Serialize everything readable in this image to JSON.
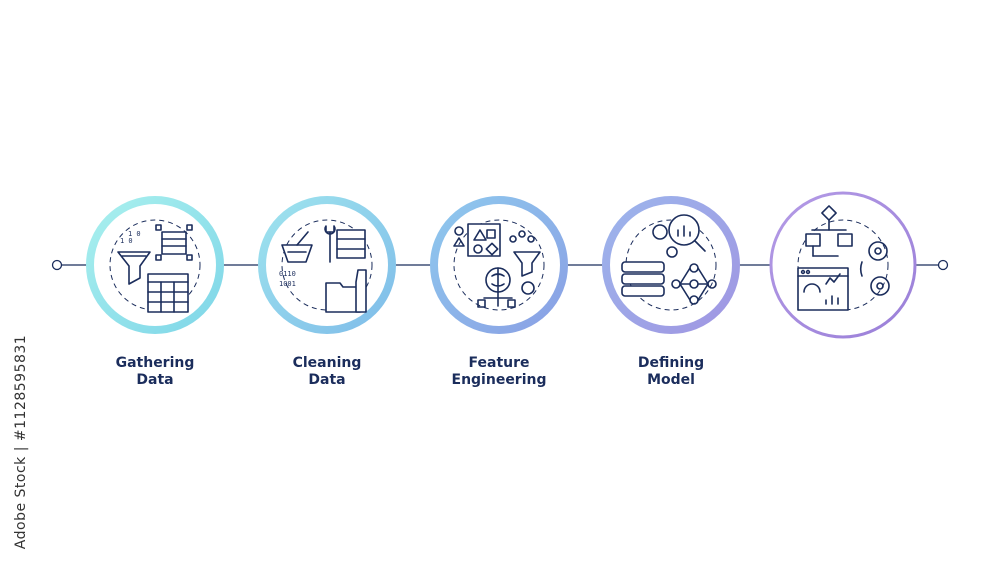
{
  "colors": {
    "ring_1": "#8fe3ea",
    "ring_2": "#8ad0ee",
    "ring_3": "#8aaee8",
    "ring_4": "#9aa6e6",
    "ring_5": "#a98fe0",
    "icon_stroke": "#1b2d5c",
    "line": "#1b2d5c"
  },
  "steps": [
    {
      "line1": "Gathering",
      "line2": "Data",
      "icon": "funnel-database-table-icon"
    },
    {
      "line1": "Cleaning",
      "line2": "Data",
      "icon": "brush-wrench-server-folder-spray-icon"
    },
    {
      "line1": "Feature",
      "line2": "Engineering",
      "icon": "shapes-brain-funnel-gear-icon"
    },
    {
      "line1": "Defining",
      "line2": "Model",
      "icon": "magnifier-chart-database-neural-network-icon"
    },
    {
      "line1": "",
      "line2": "",
      "icon": "flowchart-dashboard-gears-icon"
    }
  ],
  "watermark": "Adobe Stock | #1128595831"
}
